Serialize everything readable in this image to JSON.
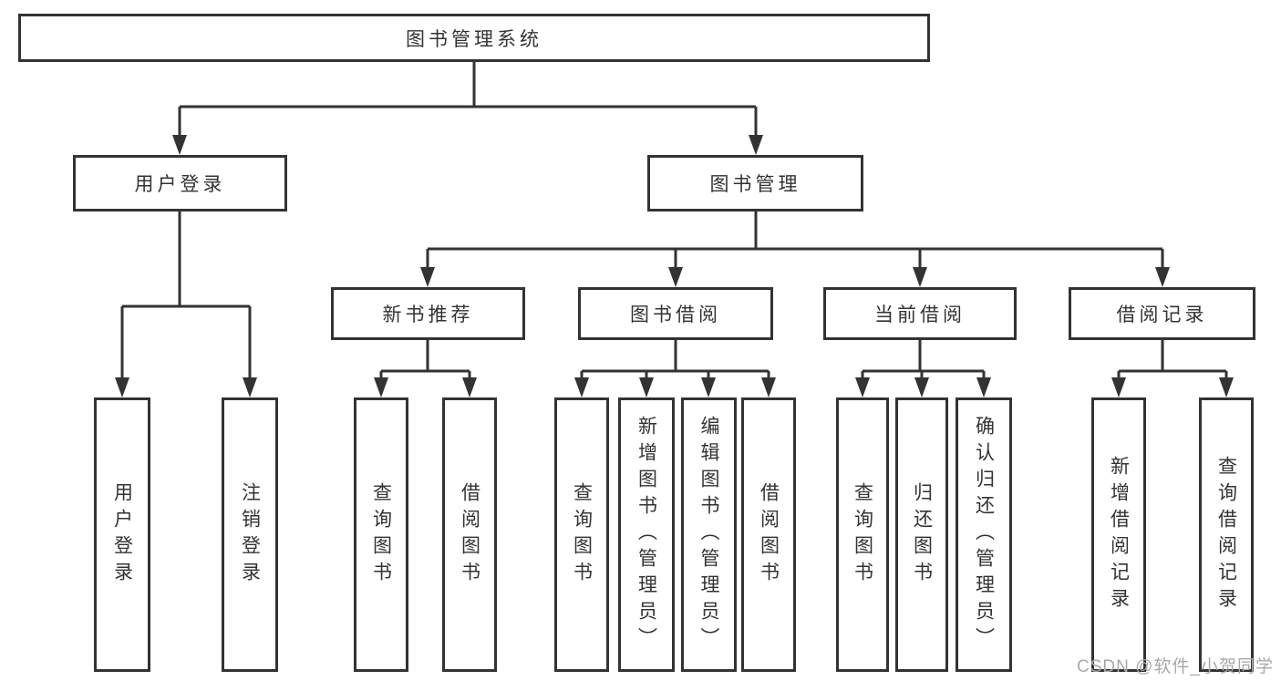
{
  "colors": {
    "line": "#333333",
    "text": "#333333",
    "background": "#ffffff",
    "watermark": "#a9a9a9"
  },
  "watermark": {
    "text": "CSDN @软件_小贺同学"
  },
  "tree": {
    "root": {
      "label": "图书管理系统"
    },
    "branches": [
      {
        "label": "用户登录",
        "children": [
          {
            "label": "用户登录"
          },
          {
            "label": "注销登录"
          }
        ]
      },
      {
        "label": "图书管理",
        "children": [
          {
            "label": "新书推荐",
            "children": [
              {
                "label": "查询图书"
              },
              {
                "label": "借阅图书"
              }
            ]
          },
          {
            "label": "图书借阅",
            "children": [
              {
                "label": "查询图书"
              },
              {
                "label": "新增图书（管理员）"
              },
              {
                "label": "编辑图书（管理员）"
              },
              {
                "label": "借阅图书"
              }
            ]
          },
          {
            "label": "当前借阅",
            "children": [
              {
                "label": "查询图书"
              },
              {
                "label": "归还图书"
              },
              {
                "label": "确认归还（管理员）"
              }
            ]
          },
          {
            "label": "借阅记录",
            "children": [
              {
                "label": "新增借阅记录"
              },
              {
                "label": "查询借阅记录"
              }
            ]
          }
        ]
      }
    ]
  }
}
